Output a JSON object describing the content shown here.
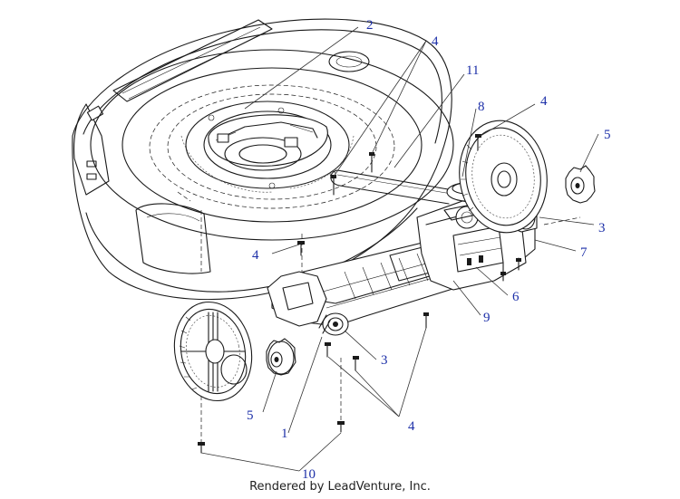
{
  "callouts": [
    "1",
    "2",
    "3",
    "3",
    "4",
    "4",
    "4",
    "4",
    "5",
    "5",
    "6",
    "7",
    "8",
    "9",
    "10",
    "11"
  ],
  "footer": {
    "credit": "Rendered by LeadVenture, Inc."
  },
  "colors": {
    "callout": "#1c2fa8",
    "line": "#1a1a1a",
    "background": "#ffffff"
  }
}
